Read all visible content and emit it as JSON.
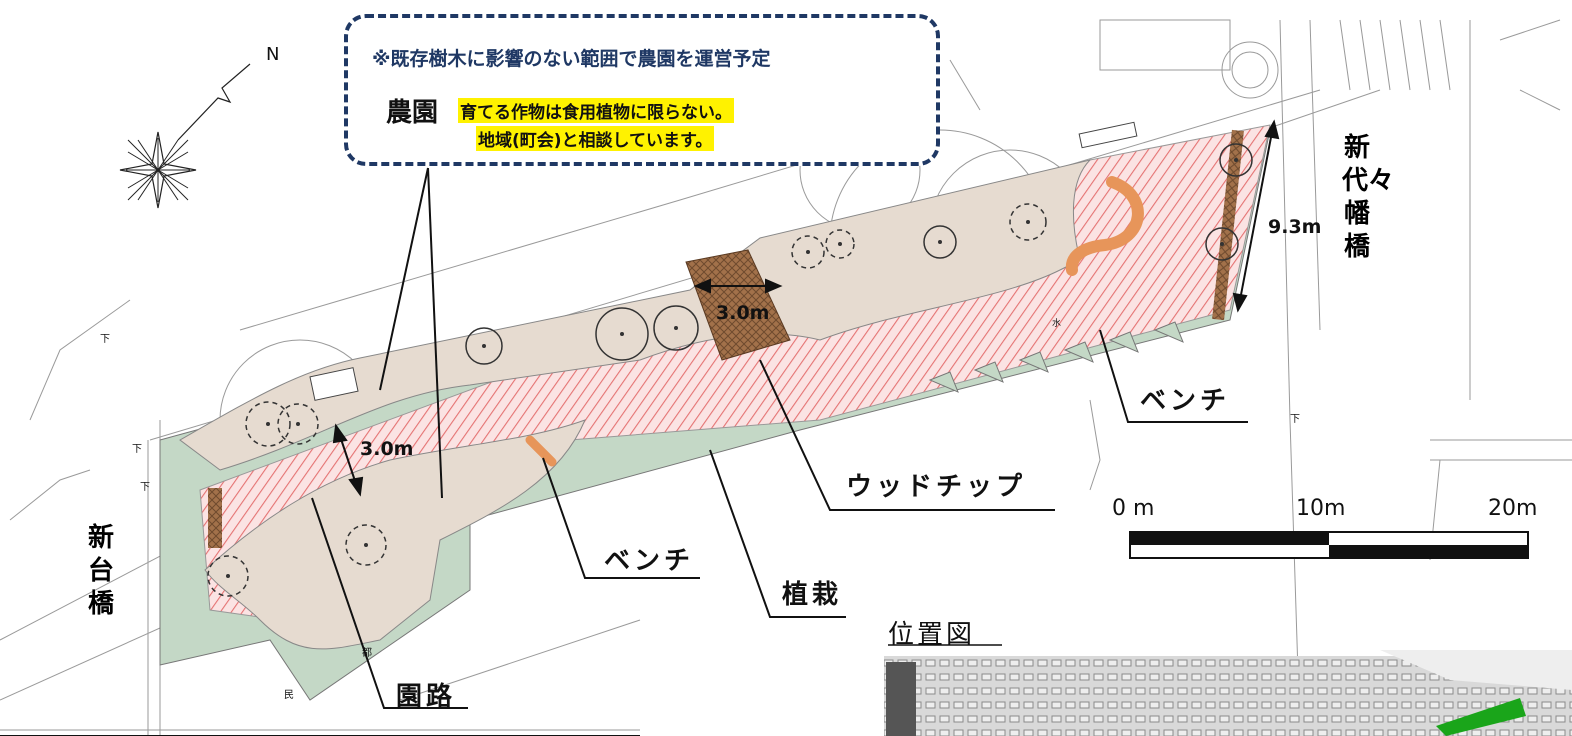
{
  "callout": {
    "note": "※既存樹木に影響のない範囲で農園を運営予定",
    "title": "農園",
    "line1": "育てる作物は食用植物に限らない。",
    "line2": "地域(町会)と相談しています。"
  },
  "compass": {
    "north": "N"
  },
  "dimensions": {
    "d1": "3.0m",
    "d2": "3.0m",
    "d3": "9.3m"
  },
  "labels": {
    "bench_right": "ベンチ",
    "bench_left": "ベンチ",
    "woodchip": "ウッドチップ",
    "planting": "植栽",
    "path": "園路"
  },
  "bridges": {
    "left": "新台橋",
    "right": "新代々幡橋"
  },
  "scale": {
    "t0": "0 m",
    "t1": "10m",
    "t2": "20m"
  },
  "location": {
    "title": "位置図"
  },
  "map_marks": {
    "m1": "下",
    "m2": "下",
    "m3": "下",
    "m4": "下",
    "m5": "都",
    "m6": "民",
    "m7": "水"
  },
  "colors": {
    "park": "#e6dbd0",
    "planting": "#c4d8c6",
    "paving": "#ef9a9a",
    "woodchip": "#9c6b44",
    "bench": "#e7955a",
    "callout_border": "#1f3864",
    "highlight": "#fff200",
    "location_marker": "#1aa51a"
  }
}
